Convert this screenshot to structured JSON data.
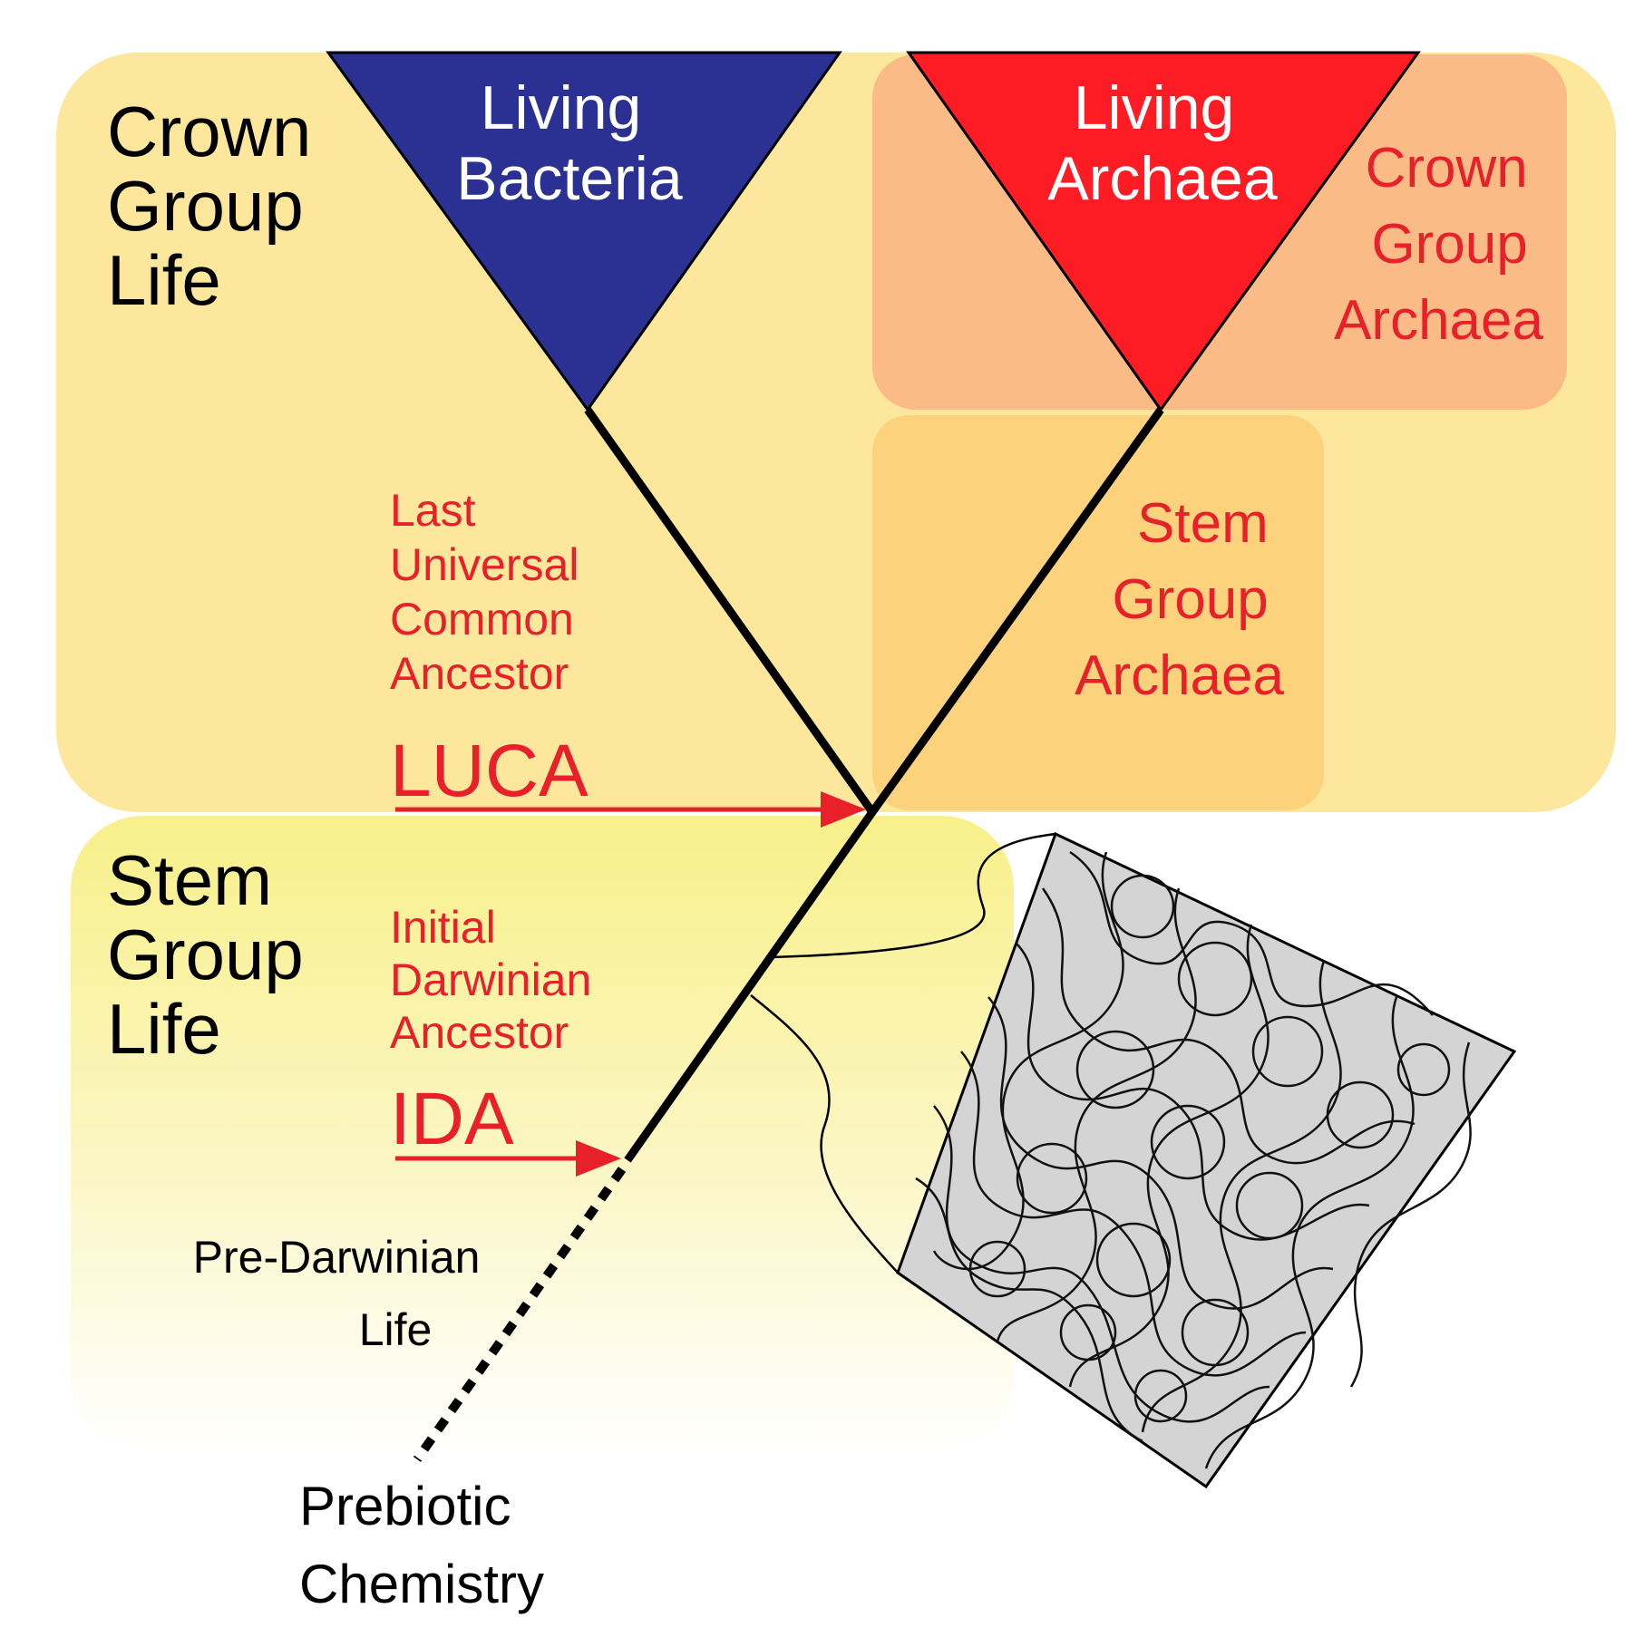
{
  "regions": {
    "crown_group_life": [
      "Crown",
      "Group",
      "Life"
    ],
    "stem_group_life": [
      "Stem",
      "Group",
      "Life"
    ],
    "crown_group_archaea": [
      "Crown",
      "Group",
      "Archaea"
    ],
    "stem_group_archaea": [
      "Stem",
      "Group",
      "Archaea"
    ]
  },
  "clades": {
    "bacteria": [
      "Living",
      "Bacteria"
    ],
    "archaea": [
      "Living",
      "Archaea"
    ]
  },
  "ancestors": {
    "luca_full": [
      "Last",
      "Universal",
      "Common",
      "Ancestor"
    ],
    "luca_abbr": "LUCA",
    "ida_full": [
      "Initial",
      "Darwinian",
      "Ancestor"
    ],
    "ida_abbr": "IDA"
  },
  "stages": {
    "pre_darwinian": [
      "Pre-Darwinian",
      "Life"
    ],
    "prebiotic": [
      "Prebiotic",
      "Chemistry"
    ]
  },
  "colors": {
    "crown_bg": "#fde79c",
    "stem_bg_top": "#f8f08a",
    "crown_archaea_bg": "#fbbb86",
    "stem_archaea_bg": "#fdd27c",
    "bacteria": "#2a3192",
    "archaea": "#fe1c24",
    "accent_red": "#e8202a",
    "network_fill": "#d4d4d4"
  }
}
